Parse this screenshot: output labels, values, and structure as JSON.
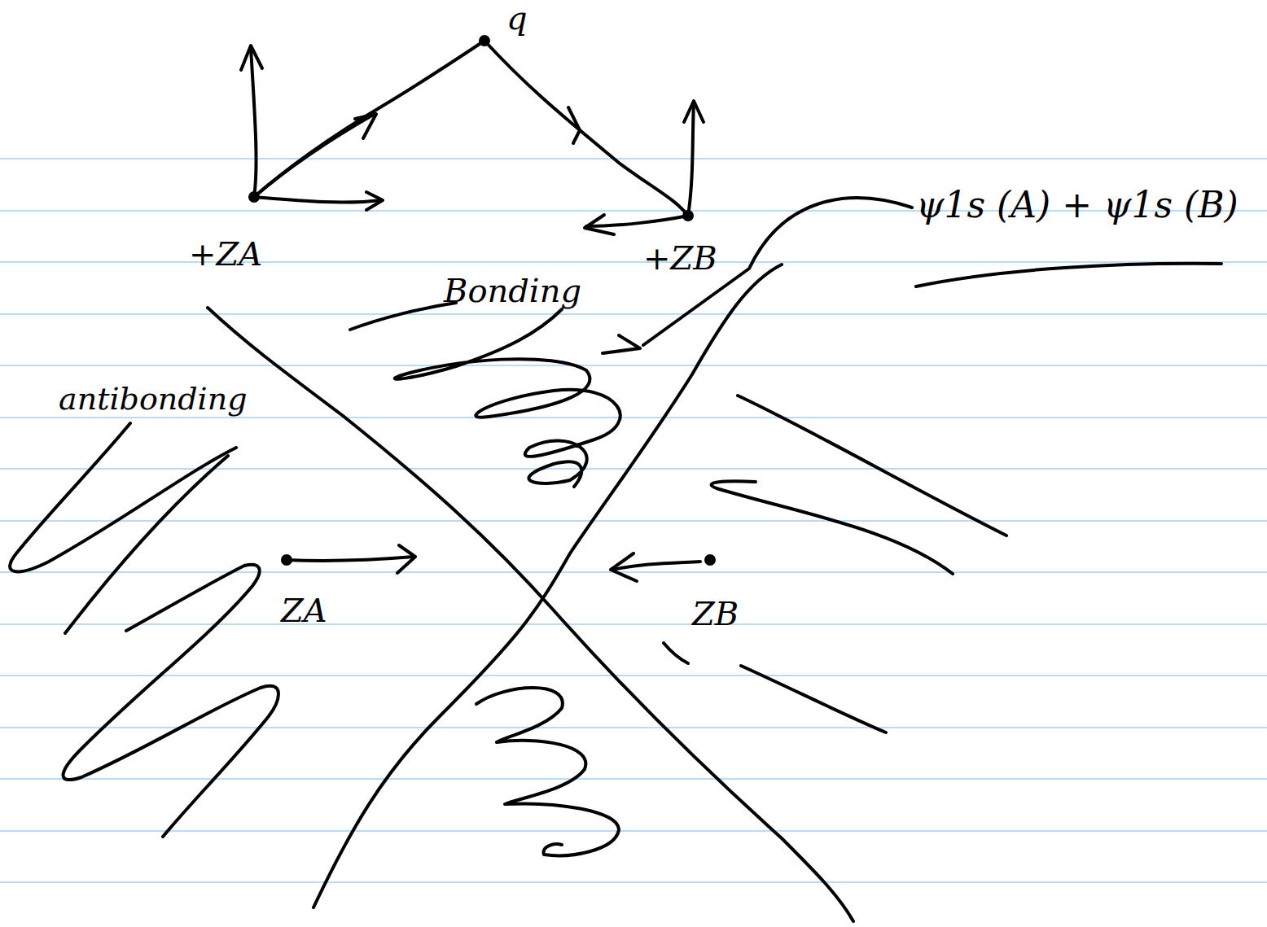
{
  "diagram": {
    "labels": [
      "q",
      "+ZA",
      "+ZB",
      "Bonding",
      "ψ1s (A) + ψ1s (B)",
      "antibonding",
      "ZA",
      "ZB"
    ]
  }
}
